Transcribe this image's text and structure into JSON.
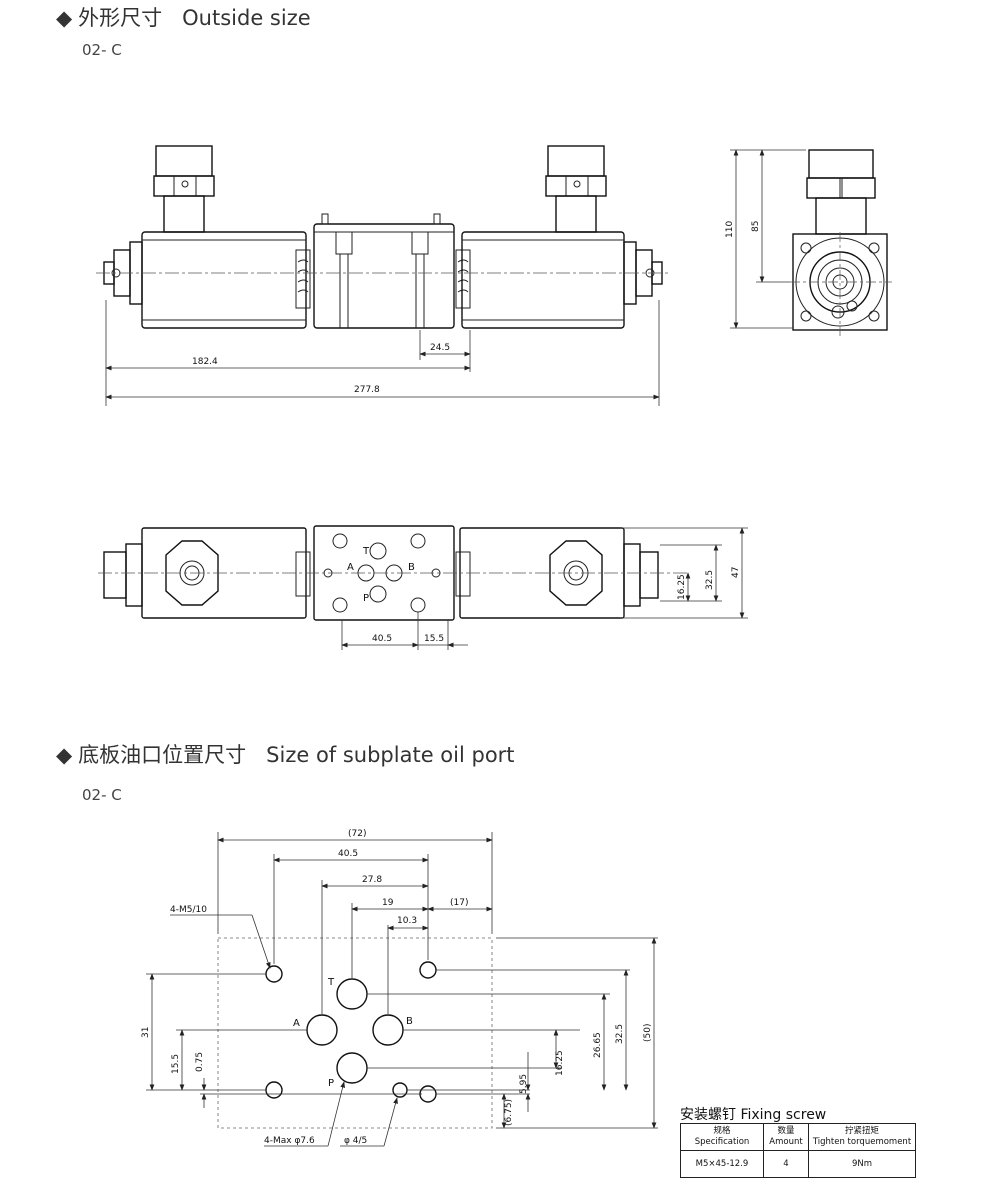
{
  "section1": {
    "bullet": "◆",
    "title_zh": "外形尺寸",
    "title_en": "Outside size",
    "model": "02- C"
  },
  "section2": {
    "bullet": "◆",
    "title_zh": "底板油口位置尺寸",
    "title_en": "Size of subplate oil port",
    "model": "02- C"
  },
  "front_view": {
    "dim_24_5": "24.5",
    "dim_182_4": "182.4",
    "dim_277_8": "277.8"
  },
  "side_view": {
    "dim_110": "110",
    "dim_85": "85"
  },
  "top_view": {
    "ports": {
      "T": "T",
      "A": "A",
      "B": "B",
      "P": "P"
    },
    "dim_40_5": "40.5",
    "dim_15_5": "15.5",
    "dim_16_25": "16.25",
    "dim_32_5": "32.5",
    "dim_47": "47"
  },
  "subplate": {
    "dim_72": "(72)",
    "dim_40_5": "40.5",
    "dim_27_8": "27.8",
    "dim_19": "19",
    "dim_17": "(17)",
    "dim_10_3": "10.3",
    "thread": "4-M5/10",
    "dim_31": "31",
    "dim_15_5": "15.5",
    "dim_0_75": "0.75",
    "dim_26_65": "26.65",
    "dim_32_5": "32.5",
    "dim_50": "(50)",
    "dim_16_25": "16.25",
    "dim_5_95": "5.95",
    "dim_6_75": "(6.75)",
    "max_hole": "4-Max φ7.6",
    "pin_hole": "φ 4/5",
    "ports": {
      "T": "T",
      "A": "A",
      "B": "B",
      "P": "P"
    }
  },
  "fixing_screw": {
    "caption": "安装螺钉 Fixing screw",
    "headers": [
      {
        "zh": "规格",
        "en": "Specification"
      },
      {
        "zh": "数量",
        "en": "Amount"
      },
      {
        "zh": "拧紧扭矩",
        "en": "Tighten torquemoment"
      }
    ],
    "row": [
      "M5×45-12.9",
      "4",
      "9Nm"
    ]
  }
}
